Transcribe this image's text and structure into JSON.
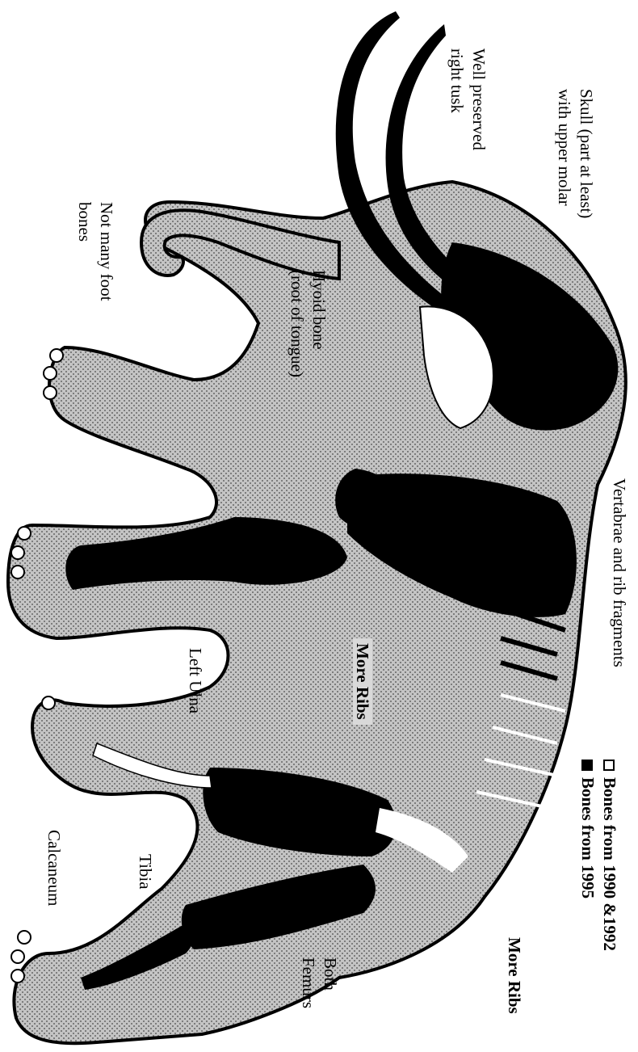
{
  "labels": {
    "skull": [
      "Skull (part at least)",
      "with upper  molar"
    ],
    "tusk": [
      "Well preserved",
      "right tusk"
    ],
    "hyoid": [
      "Hyoid bone",
      "(root of tongue)"
    ],
    "foot": [
      "Not many foot",
      "bones"
    ],
    "vertebrae": "Vertabrae and rib fragments",
    "ribs_body": "More Ribs",
    "ulna": "Left Ulna",
    "tibia": "Tibia",
    "calcaneum": "Calcaneum",
    "femurs": [
      "Both",
      "Femurs"
    ],
    "ribs_top": "More Ribs"
  },
  "legend": [
    {
      "label": "Bones from 1990 &1992",
      "fill": "#ffffff"
    },
    {
      "label": "Bones from 1995",
      "fill": "#000000"
    }
  ],
  "colors": {
    "skin": "#bdbdbd",
    "bone_1995": "#000000",
    "bone_1990_1992": "#ffffff"
  }
}
